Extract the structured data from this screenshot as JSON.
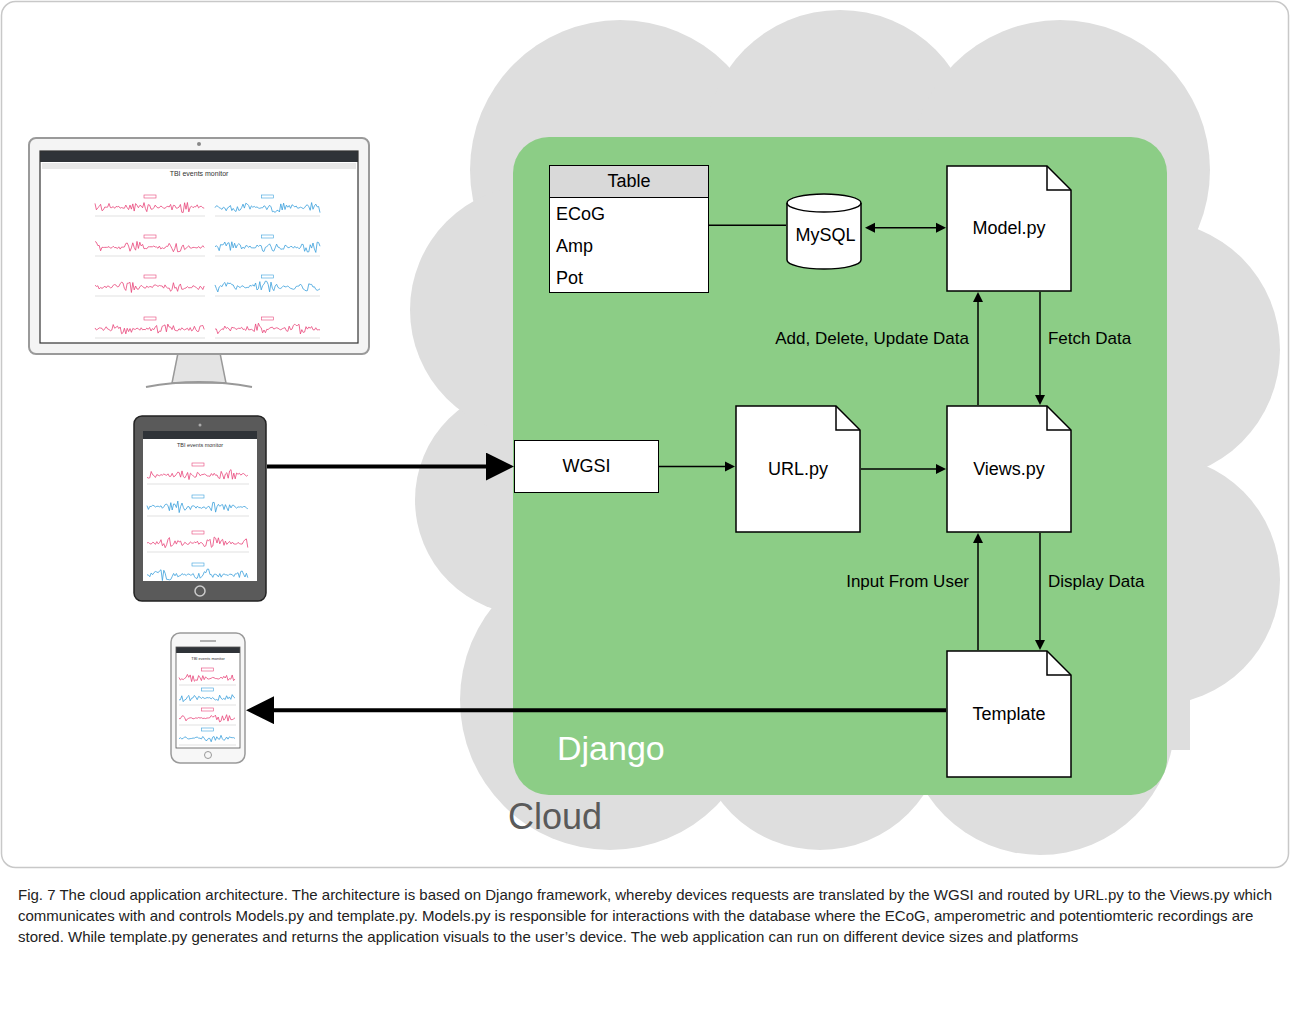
{
  "diagram": {
    "caption": "Fig. 7 The cloud application architecture. The architecture is based on Django framework, whereby devices requests are translated by the WGSI and routed by URL.py to the Views.py which communicates with and controls Models.py and template.py. Models.py is responsible for interactions with the database where the ECoG, amperometric and potentiomteric recordings are stored. While template.py generates and returns the application visuals to the user’s device. The web application can run on different device sizes and platforms",
    "nodes": [
      {
        "text": [
          "TBI events monitor"
        ]
      },
      {
        "text": [
          "TBI events monitor"
        ]
      },
      {
        "text": [
          "TBI events monitor"
        ]
      },
      {
        "text": [
          "Cloud"
        ]
      },
      {
        "text": [
          "Django"
        ],
        "in": 3
      },
      {
        "text": [
          "Table",
          "ECoG",
          "Amp",
          "Pot"
        ],
        "in": 4
      },
      {
        "text": [
          "MySQL"
        ],
        "in": 4
      },
      {
        "text": [
          "Model.py"
        ],
        "in": 4
      },
      {
        "text": [
          "WGSI"
        ],
        "in": 4
      },
      {
        "text": [
          "URL.py"
        ],
        "in": 4
      },
      {
        "text": [
          "Views.py"
        ],
        "in": 4
      },
      {
        "text": [
          "Template"
        ],
        "in": 4
      }
    ],
    "edges": [
      {
        "from": 1,
        "to": 8,
        "arrow": "to"
      },
      {
        "from": 8,
        "to": 9,
        "arrow": "to"
      },
      {
        "from": 9,
        "to": 10,
        "arrow": "to"
      },
      {
        "from": 5,
        "to": 6,
        "arrow": "none"
      },
      {
        "from": 6,
        "to": 7,
        "arrow": "both"
      },
      {
        "from": 10,
        "to": 7,
        "label": "Add, Delete, Update Data",
        "arrow": "to"
      },
      {
        "from": 7,
        "to": 10,
        "label": "Fetch Data",
        "arrow": "to"
      },
      {
        "from": 10,
        "to": 11,
        "label": "Display Data",
        "arrow": "to"
      },
      {
        "from": 11,
        "to": 10,
        "label": "Input From User",
        "arrow": "to"
      },
      {
        "from": 11,
        "to": 2,
        "arrow": "to"
      }
    ]
  }
}
